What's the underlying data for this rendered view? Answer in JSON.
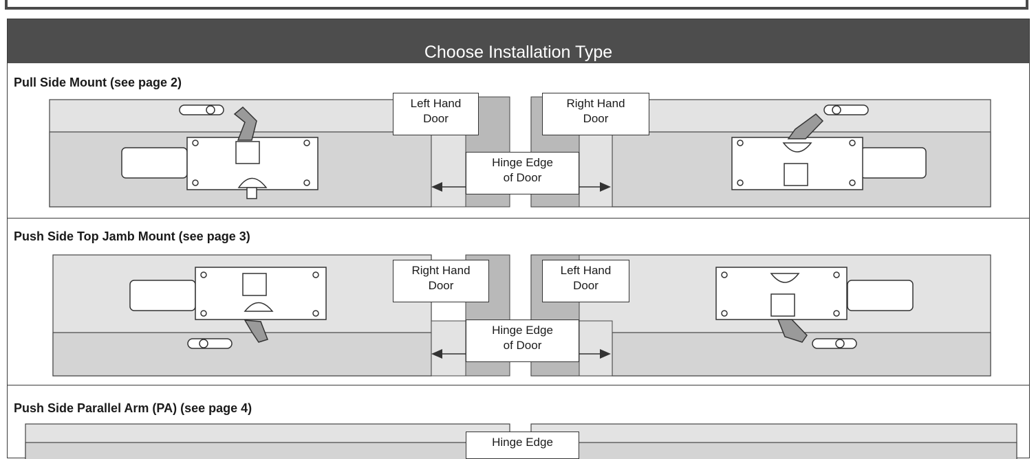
{
  "header": {
    "title": "Choose Installation Type"
  },
  "sections": [
    {
      "title": "Pull Side Mount (see page 2)",
      "left_label": [
        "Left Hand",
        "Door"
      ],
      "right_label": [
        "Right Hand",
        "Door"
      ],
      "center_label": [
        "Hinge Edge",
        "of Door"
      ]
    },
    {
      "title": "Push Side Top Jamb Mount (see page 3)",
      "left_label": [
        "Right Hand",
        "Door"
      ],
      "right_label": [
        "Left Hand",
        "Door"
      ],
      "center_label": [
        "Hinge Edge",
        "of Door"
      ]
    },
    {
      "title": "Push Side Parallel Arm (PA) (see page 4)",
      "center_label": [
        "Hinge Edge"
      ]
    }
  ],
  "colors": {
    "header_bg": "#4d4d4d",
    "door_gray": "#d4d4d4",
    "jamb_gray": "#b8b8b8",
    "frame_gray": "#e2e2e2"
  },
  "icons": [
    "door-closer-icon",
    "arrow-left-icon",
    "arrow-right-icon"
  ]
}
